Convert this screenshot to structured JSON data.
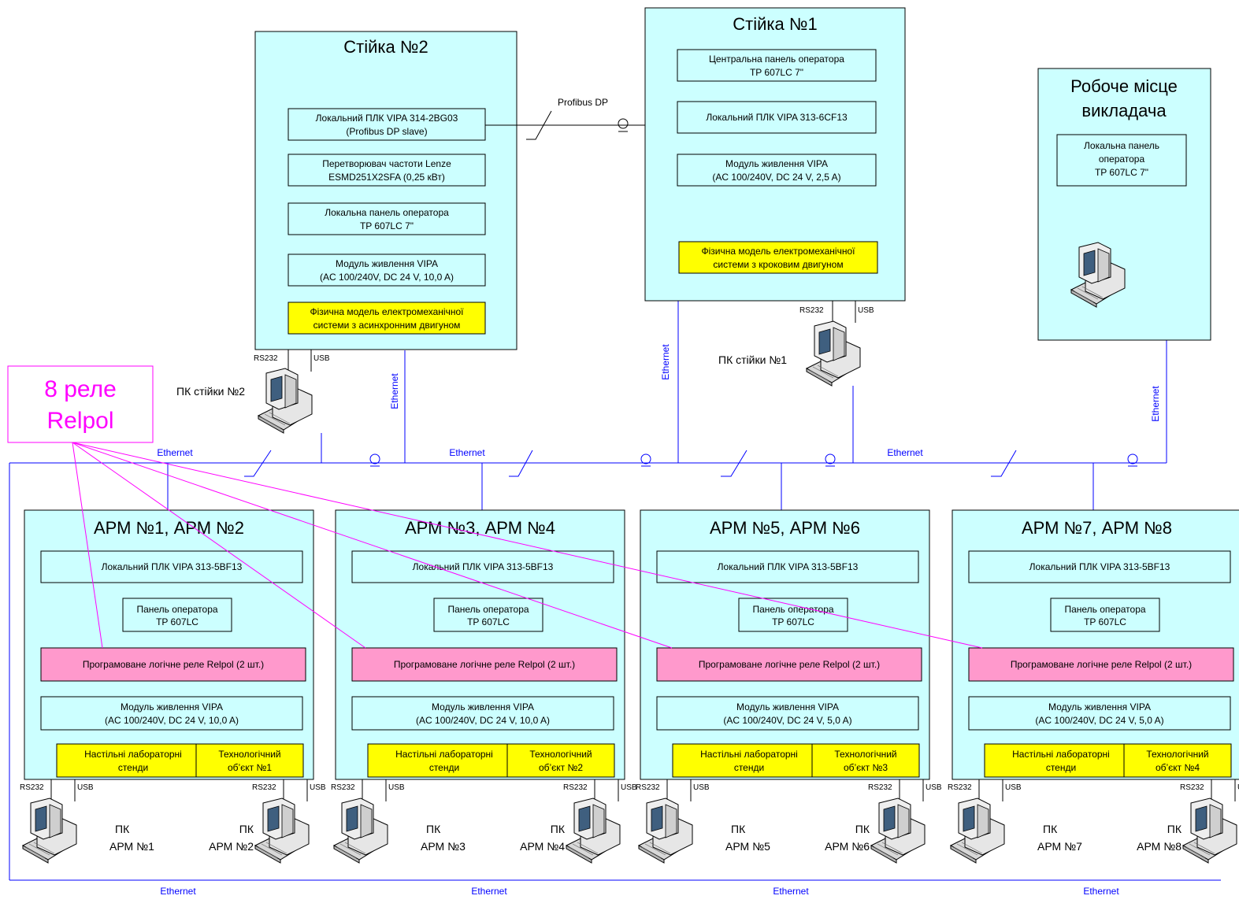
{
  "rack2": {
    "title": "Стійка №2",
    "plc": [
      "Локальний ПЛК VIPA 314-2BG03",
      "(Profibus DP slave)"
    ],
    "inverter": [
      "Перетворювач частоти Lenze",
      "ESMD251X2SFA (0,25 кВт)"
    ],
    "panel": [
      "Локальна панель оператора",
      "TP 607LC 7\""
    ],
    "power": [
      "Модуль живлення VIPA",
      "(AC 100/240V, DC 24 V, 10,0 A)"
    ],
    "model": [
      "Фізична модель електромеханічної",
      "системи з асинхронним двигуном"
    ],
    "pc_label": "ПК стійки №2"
  },
  "rack1": {
    "title": "Стійка №1",
    "central_panel": [
      "Центральна панель оператора",
      "TP 607LC 7\""
    ],
    "plc": "Локальний ПЛК VIPA 313-6CF13",
    "power": [
      "Модуль живлення VIPA",
      "(AC 100/240V, DC 24 V, 2,5 A)"
    ],
    "model": [
      "Фізична модель електромеханічної",
      "системи з кроковим двигуном"
    ],
    "pc_label": "ПК стійки №1"
  },
  "teacher": {
    "title": [
      "Робоче місце",
      "викладача"
    ],
    "panel": [
      "Локальна панель",
      "оператора",
      "TP 607LC 7\""
    ]
  },
  "relay_box": [
    "8 реле",
    "Relpol"
  ],
  "profibus_label": "Profibus DP",
  "ethernet_label": "Ethernet",
  "rs232_label": "RS232",
  "usb_label": "USB",
  "arm_common": {
    "plc": "Локальний ПЛК VIPA 313-5BF13",
    "panel": [
      "Панель оператора",
      "TP 607LC"
    ],
    "relay": "Програмоване логічне реле Relpol (2 шт.)",
    "power_title": "Модуль живлення VIPA",
    "stands": [
      "Настільні лабораторні",
      "стенди"
    ],
    "object_title": "Технологічний"
  },
  "arms": [
    {
      "title": "АРМ №1, АРМ №2",
      "power_spec": "(AC 100/240V, DC 24 V, 10,0 A)",
      "object_num": "об’єкт №1",
      "pc_left": [
        "ПК",
        "АРМ №1"
      ],
      "pc_right": [
        "ПК",
        "АРМ №2"
      ]
    },
    {
      "title": "АРМ №3, АРМ №4",
      "power_spec": "(AC 100/240V, DC 24 V, 10,0 A)",
      "object_num": "об’єкт №2",
      "pc_left": [
        "ПК",
        "АРМ №3"
      ],
      "pc_right": [
        "ПК",
        "АРМ №4"
      ]
    },
    {
      "title": "АРМ №5, АРМ №6",
      "power_spec": "(AC 100/240V, DC 24 V, 5,0 A)",
      "object_num": "об’єкт №3",
      "pc_left": [
        "ПК",
        "АРМ №5"
      ],
      "pc_right": [
        "ПК",
        "АРМ №6"
      ]
    },
    {
      "title": "АРМ №7, АРМ №8",
      "power_spec": "(AC 100/240V, DC 24 V, 5,0 A)",
      "object_num": "об’єкт №4",
      "pc_left": [
        "ПК",
        "АРМ №7"
      ],
      "pc_right": [
        "ПК",
        "АРМ №8"
      ]
    }
  ],
  "colors": {
    "cabinet_fill": "#ccffff",
    "model_fill": "#ffff00",
    "relay_fill": "#ff99cc",
    "relay_text": "#ff00ff",
    "network_line": "#0000ff"
  }
}
